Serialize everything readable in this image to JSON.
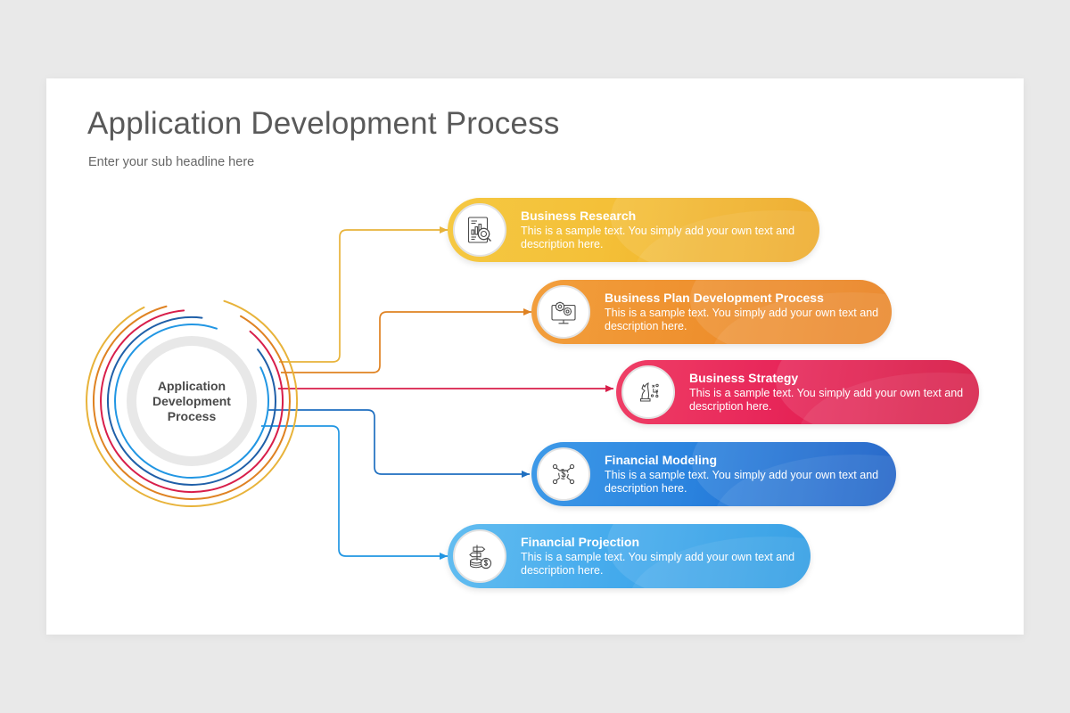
{
  "slide": {
    "title": "Application Development Process",
    "subtitle": "Enter your sub headline here",
    "background_color": "#e9e9e9",
    "canvas_color": "#ffffff"
  },
  "hub": {
    "label": "Application\nDevelopment\nProcess",
    "ring_colors": [
      "#e8b33a",
      "#df8222",
      "#d81e4a",
      "#1f5fa8",
      "#2196e3"
    ],
    "inner_ring_color": "#e8e8e8"
  },
  "steps": [
    {
      "title": "Business Research",
      "description": "This is a sample text. You simply add your own text and description here.",
      "icon": "chart-search-icon",
      "color_start": "#f5c842",
      "color_end": "#eda51c",
      "connector_color": "#e8b33a"
    },
    {
      "title": "Business Plan Development Process",
      "description": "This is a sample text. You simply add your own text and description here.",
      "icon": "monitor-gears-icon",
      "color_start": "#f29f3d",
      "color_end": "#e87e1b",
      "connector_color": "#df8222"
    },
    {
      "title": "Business Strategy",
      "description": "This is a sample text. You simply add your own text and description here.",
      "icon": "chess-knight-icon",
      "color_start": "#ef3f66",
      "color_end": "#d40f3c",
      "connector_color": "#d81e4a"
    },
    {
      "title": "Financial Modeling",
      "description": "This is a sample text. You simply add your own text and description here.",
      "icon": "dollar-network-icon",
      "color_start": "#3e9ae8",
      "color_end": "#1158c4",
      "connector_color": "#1f6fc0"
    },
    {
      "title": "Financial Projection",
      "description": "This is a sample text. You simply add your own text and description here.",
      "icon": "coins-signpost-icon",
      "color_start": "#63bdf0",
      "color_end": "#2196e3",
      "connector_color": "#2196e3"
    }
  ]
}
